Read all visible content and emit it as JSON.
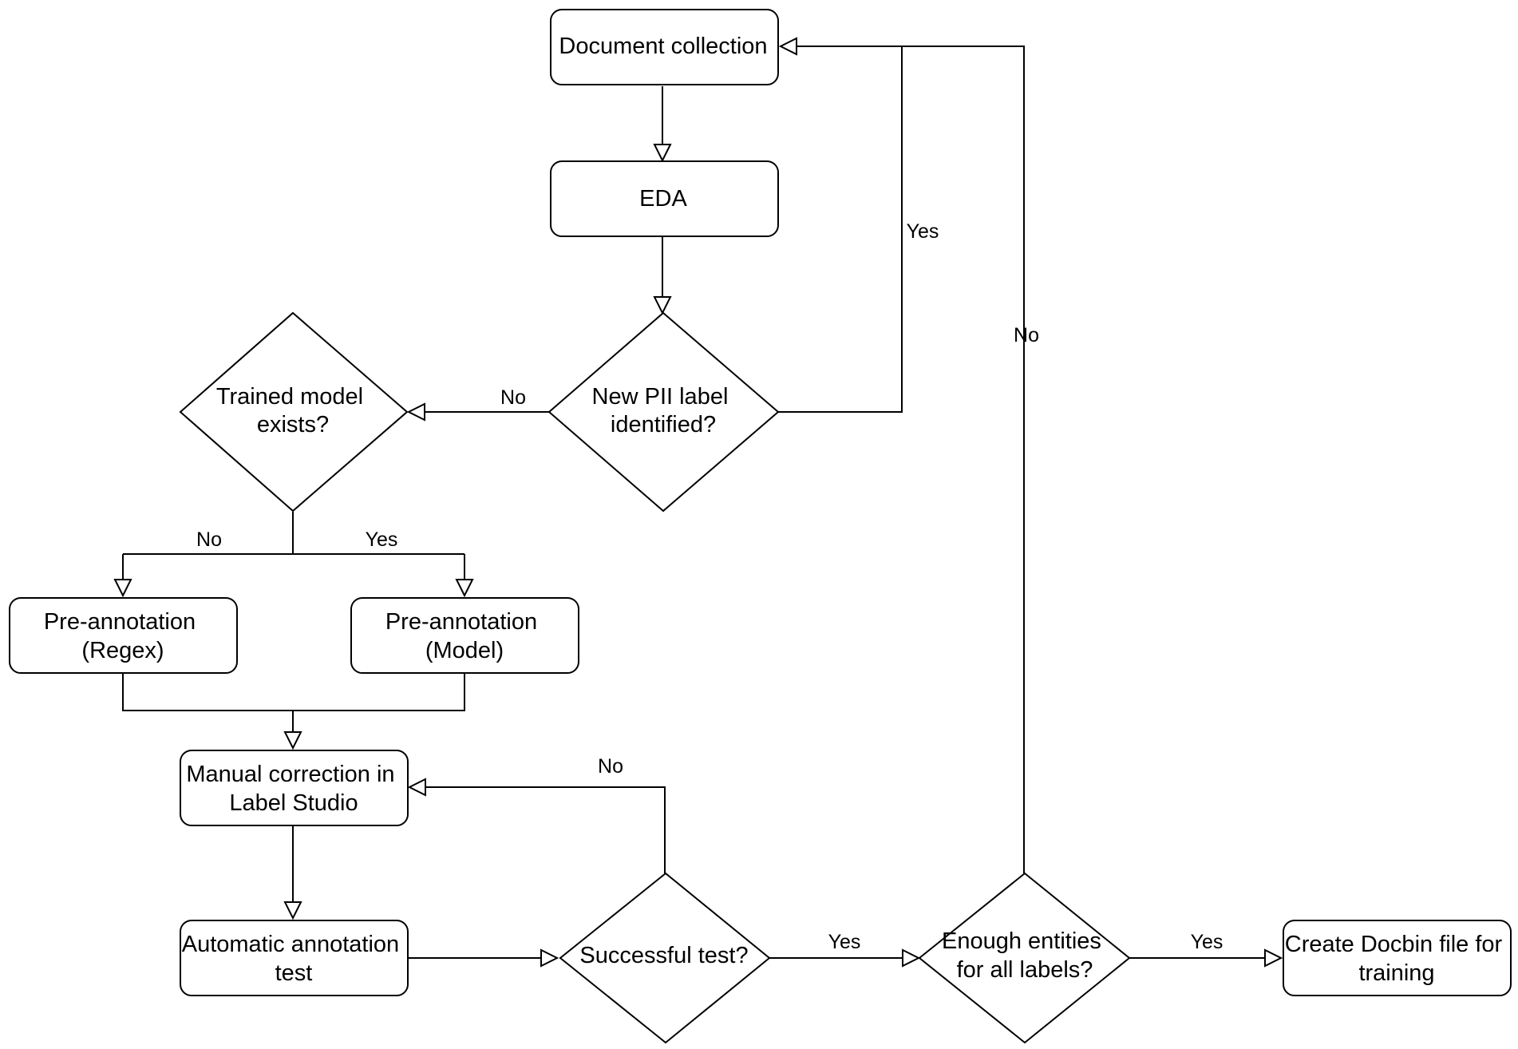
{
  "nodes": {
    "document_collection": [
      "Document collection"
    ],
    "eda": [
      "EDA"
    ],
    "new_pii_label": [
      "New PII label",
      "identified?"
    ],
    "trained_model": [
      "Trained model",
      "exists?"
    ],
    "pre_annotation_regex": [
      "Pre-annotation",
      "(Regex)"
    ],
    "pre_annotation_model": [
      "Pre-annotation",
      "(Model)"
    ],
    "manual_correction": [
      "Manual correction in",
      "Label Studio"
    ],
    "automatic_annotation": [
      "Automatic annotation",
      "test"
    ],
    "successful_test": [
      "Successful test?"
    ],
    "enough_entities": [
      "Enough entities",
      "for all labels?"
    ],
    "create_docbin": [
      "Create Docbin file for",
      "training"
    ]
  },
  "edge_labels": {
    "pii_yes": "Yes",
    "pii_no": "No",
    "trained_no": "No",
    "trained_yes": "Yes",
    "test_no": "No",
    "test_yes": "Yes",
    "entities_no": "No",
    "entities_yes": "Yes"
  },
  "colors": {
    "stroke": "#000000",
    "fill": "#ffffff",
    "text": "#000000"
  }
}
